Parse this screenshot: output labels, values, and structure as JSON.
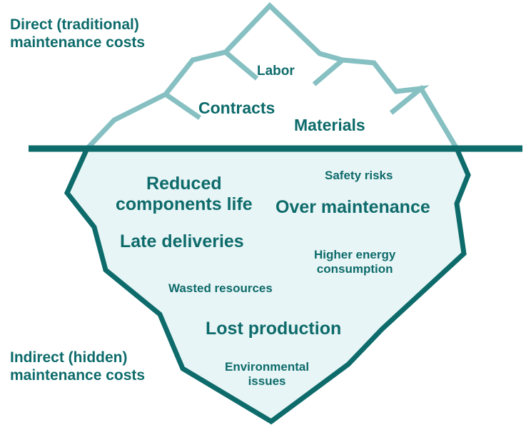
{
  "colors": {
    "tip_stroke": "#86c0c2",
    "body_stroke": "#0e6b6b",
    "body_fill": "#e8f5f6",
    "text": "#0e6b6b",
    "waterline": "#0e6b6b"
  },
  "side_labels": {
    "direct": [
      "Direct (traditional)",
      "maintenance costs"
    ],
    "indirect": [
      "Indirect (hidden)",
      "maintenance costs"
    ]
  },
  "above_water": {
    "labor": "Labor",
    "contracts": "Contracts",
    "materials": "Materials"
  },
  "below_water": {
    "reduced_life": [
      "Reduced",
      "components life"
    ],
    "safety_risks": "Safety risks",
    "over_maintenance": "Over maintenance",
    "late_deliveries": "Late deliveries",
    "higher_energy": [
      "Higher energy",
      "consumption"
    ],
    "wasted_resources": "Wasted resources",
    "lost_production": "Lost production",
    "environmental": [
      "Environmental",
      "issues"
    ]
  }
}
